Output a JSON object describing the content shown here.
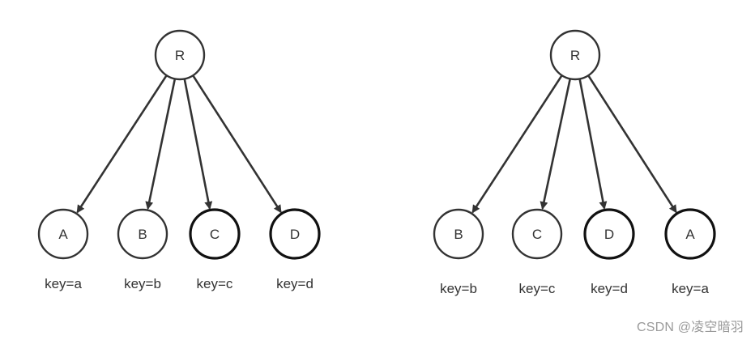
{
  "trees": [
    {
      "root": {
        "label": "R"
      },
      "children": [
        {
          "label": "A",
          "key": "key=a",
          "bold": false
        },
        {
          "label": "B",
          "key": "key=b",
          "bold": false
        },
        {
          "label": "C",
          "key": "key=c",
          "bold": true
        },
        {
          "label": "D",
          "key": "key=d",
          "bold": true
        }
      ]
    },
    {
      "root": {
        "label": "R"
      },
      "children": [
        {
          "label": "B",
          "key": "key=b",
          "bold": false
        },
        {
          "label": "C",
          "key": "key=c",
          "bold": false
        },
        {
          "label": "D",
          "key": "key=d",
          "bold": true
        },
        {
          "label": "A",
          "key": "key=a",
          "bold": true
        }
      ]
    }
  ],
  "watermark": "CSDN @凌空暗羽",
  "colors": {
    "edge": "#333333",
    "node_stroke": "#333333",
    "node_stroke_bold": "#111111",
    "node_fill": "#ffffff",
    "text": "#333333"
  }
}
